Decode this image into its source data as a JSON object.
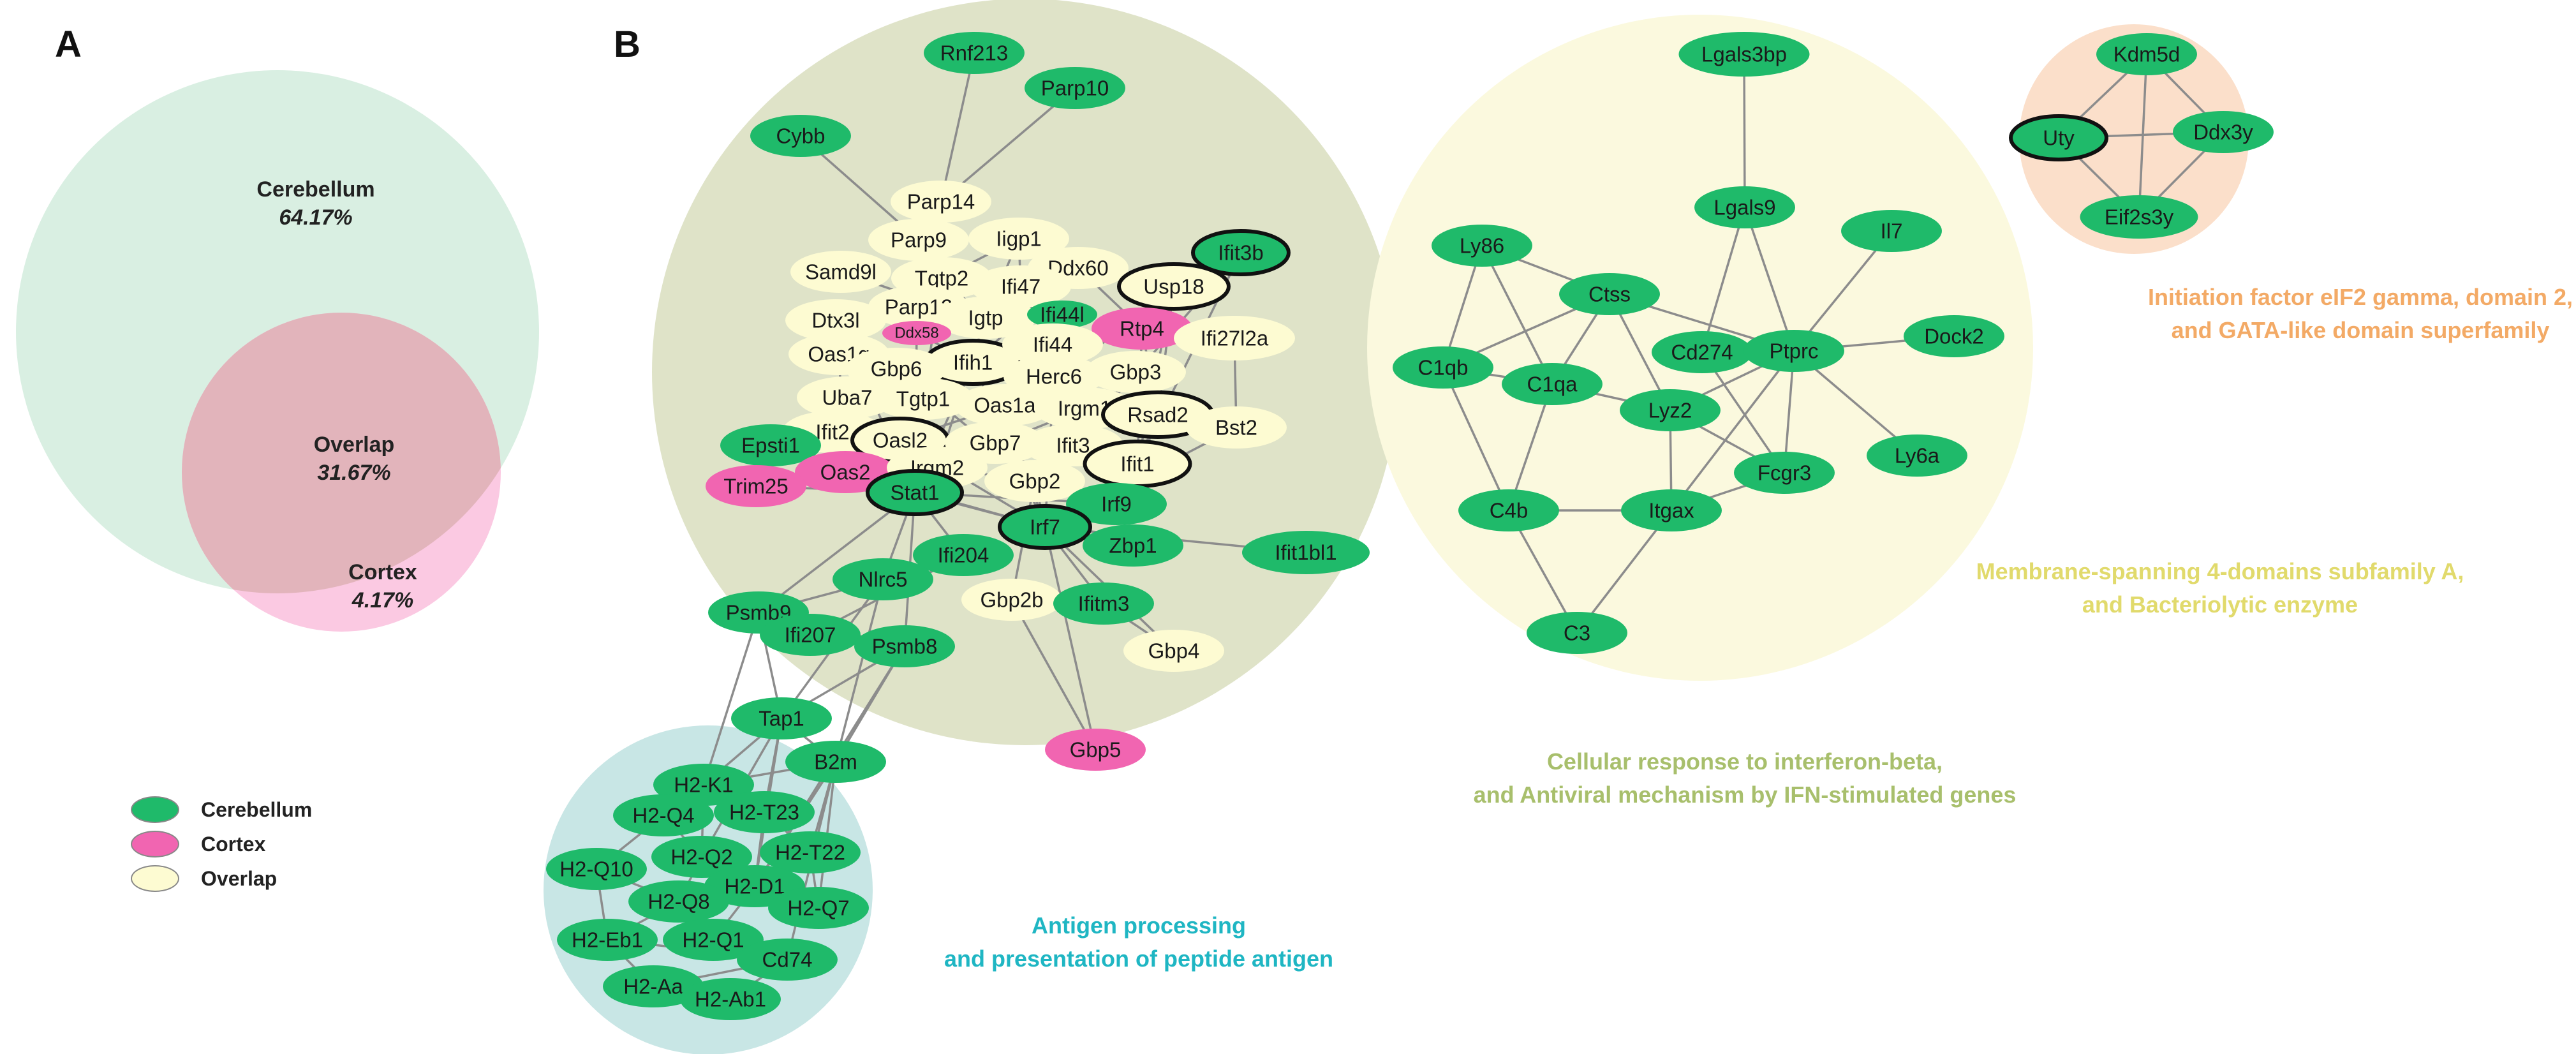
{
  "colors": {
    "cerebellum": "#1fba6a",
    "cortex": "#f165b1",
    "overlap": "#fdfbd2",
    "edge": "#8c8c8c",
    "cluster_ifn_bg": "#dfe3c8",
    "cluster_antigen_bg": "#c8e6e5",
    "cluster_membrane_bg": "#fbf9de",
    "cluster_eif2_bg": "#fbdfca",
    "caption_antigen": "#1fb6c3",
    "caption_ifn": "#a8bf6c",
    "caption_membrane": "#e1da6c",
    "caption_eif2": "#f3aa66",
    "venn_cerebellum": "#d9efe2",
    "venn_cortex": "#fbc9e2",
    "venn_overlap": "#e2b4bb"
  },
  "panel_a": {
    "letter": "A",
    "cerebellum": {
      "name": "Cerebellum",
      "pct": "64.17%"
    },
    "overlap": {
      "name": "Overlap",
      "pct": "31.67%"
    },
    "cortex": {
      "name": "Cortex",
      "pct": "4.17%"
    }
  },
  "legend": [
    {
      "label": "Cerebellum",
      "group": "cerebellum"
    },
    {
      "label": "Cortex",
      "group": "cortex"
    },
    {
      "label": "Overlap",
      "group": "overlap"
    }
  ],
  "panel_b": {
    "letter": "B",
    "captions": {
      "antigen": [
        "Antigen processing",
        "and presentation of peptide antigen"
      ],
      "ifn": [
        "Cellular response to interferon-beta,",
        "and Antiviral mechanism by IFN-stimulated genes"
      ],
      "membrane": [
        "Membrane-spanning 4-domains subfamily A,",
        "and Bacteriolytic enzyme"
      ],
      "eif2": [
        "Initiation factor eIF2 gamma, domain 2,",
        "and GATA-like domain superfamily"
      ]
    },
    "nodes": [
      {
        "id": "Rnf213",
        "group": "cerebellum"
      },
      {
        "id": "Parp10",
        "group": "cerebellum"
      },
      {
        "id": "Cybb",
        "group": "cerebellum"
      },
      {
        "id": "Parp14",
        "group": "overlap"
      },
      {
        "id": "Parp9",
        "group": "overlap"
      },
      {
        "id": "Iigp1",
        "group": "overlap"
      },
      {
        "id": "Ifit3b",
        "group": "cerebellum",
        "bold": true
      },
      {
        "id": "Samd9l",
        "group": "overlap"
      },
      {
        "id": "Tgtp2",
        "group": "overlap"
      },
      {
        "id": "Ddx60",
        "group": "overlap"
      },
      {
        "id": "Usp18",
        "group": "overlap",
        "bold": true
      },
      {
        "id": "Ifi47",
        "group": "overlap"
      },
      {
        "id": "Dtx3l",
        "group": "overlap"
      },
      {
        "id": "Parp12",
        "group": "overlap"
      },
      {
        "id": "Igtp",
        "group": "overlap"
      },
      {
        "id": "Ifi44l",
        "group": "cerebellum"
      },
      {
        "id": "Rtp4",
        "group": "cortex"
      },
      {
        "id": "Ddx58",
        "group": "cortex"
      },
      {
        "id": "Ifi27l2a",
        "group": "overlap"
      },
      {
        "id": "Oas1g",
        "group": "overlap"
      },
      {
        "id": "Ifih1",
        "group": "overlap",
        "bold": true
      },
      {
        "id": "Ifi44",
        "group": "overlap"
      },
      {
        "id": "Gbp6",
        "group": "overlap"
      },
      {
        "id": "Herc6",
        "group": "overlap"
      },
      {
        "id": "Gbp3",
        "group": "overlap"
      },
      {
        "id": "Uba7",
        "group": "overlap"
      },
      {
        "id": "Tgtp1",
        "group": "overlap"
      },
      {
        "id": "Oas1a",
        "group": "overlap"
      },
      {
        "id": "Irgm1",
        "group": "overlap"
      },
      {
        "id": "Rsad2",
        "group": "overlap",
        "bold": true
      },
      {
        "id": "Bst2",
        "group": "overlap"
      },
      {
        "id": "Ifit2",
        "group": "overlap"
      },
      {
        "id": "Oasl2",
        "group": "overlap",
        "bold": true
      },
      {
        "id": "Gbp7",
        "group": "overlap"
      },
      {
        "id": "Ifit3",
        "group": "overlap"
      },
      {
        "id": "Ifit1",
        "group": "overlap",
        "bold": true
      },
      {
        "id": "Epsti1",
        "group": "cerebellum"
      },
      {
        "id": "Oas2",
        "group": "cortex"
      },
      {
        "id": "Irgm2",
        "group": "overlap"
      },
      {
        "id": "Gbp2",
        "group": "overlap"
      },
      {
        "id": "Trim25",
        "group": "cortex"
      },
      {
        "id": "Stat1",
        "group": "cerebellum",
        "bold": true
      },
      {
        "id": "Irf9",
        "group": "cerebellum"
      },
      {
        "id": "Irf7",
        "group": "cerebellum",
        "bold": true
      },
      {
        "id": "Zbp1",
        "group": "cerebellum"
      },
      {
        "id": "Ifit1bl1",
        "group": "cerebellum"
      },
      {
        "id": "Ifi204",
        "group": "cerebellum"
      },
      {
        "id": "Nlrc5",
        "group": "cerebellum"
      },
      {
        "id": "Psmb9",
        "group": "cerebellum"
      },
      {
        "id": "Ifi207",
        "group": "cerebellum"
      },
      {
        "id": "Psmb8",
        "group": "cerebellum"
      },
      {
        "id": "Gbp2b",
        "group": "overlap"
      },
      {
        "id": "Ifitm3",
        "group": "cerebellum"
      },
      {
        "id": "Gbp4",
        "group": "overlap"
      },
      {
        "id": "Gbp5",
        "group": "cortex"
      },
      {
        "id": "Tap1",
        "group": "cerebellum"
      },
      {
        "id": "B2m",
        "group": "cerebellum"
      },
      {
        "id": "H2-K1",
        "group": "cerebellum"
      },
      {
        "id": "H2-Q4",
        "group": "cerebellum"
      },
      {
        "id": "H2-T23",
        "group": "cerebellum"
      },
      {
        "id": "H2-Q2",
        "group": "cerebellum"
      },
      {
        "id": "H2-T22",
        "group": "cerebellum"
      },
      {
        "id": "H2-Q10",
        "group": "cerebellum"
      },
      {
        "id": "H2-D1",
        "group": "cerebellum"
      },
      {
        "id": "H2-Q8",
        "group": "cerebellum"
      },
      {
        "id": "H2-Q7",
        "group": "cerebellum"
      },
      {
        "id": "H2-Eb1",
        "group": "cerebellum"
      },
      {
        "id": "H2-Q1",
        "group": "cerebellum"
      },
      {
        "id": "Cd74",
        "group": "cerebellum"
      },
      {
        "id": "H2-Aa",
        "group": "cerebellum"
      },
      {
        "id": "H2-Ab1",
        "group": "cerebellum"
      },
      {
        "id": "Lgals3bp",
        "group": "cerebellum"
      },
      {
        "id": "Lgals9",
        "group": "cerebellum"
      },
      {
        "id": "Ly86",
        "group": "cerebellum"
      },
      {
        "id": "Il7",
        "group": "cerebellum"
      },
      {
        "id": "Ctss",
        "group": "cerebellum"
      },
      {
        "id": "Cd274",
        "group": "cerebellum"
      },
      {
        "id": "Ptprc",
        "group": "cerebellum"
      },
      {
        "id": "Dock2",
        "group": "cerebellum"
      },
      {
        "id": "C1qb",
        "group": "cerebellum"
      },
      {
        "id": "C1qa",
        "group": "cerebellum"
      },
      {
        "id": "Lyz2",
        "group": "cerebellum"
      },
      {
        "id": "Ly6a",
        "group": "cerebellum"
      },
      {
        "id": "Fcgr3",
        "group": "cerebellum"
      },
      {
        "id": "C4b",
        "group": "cerebellum"
      },
      {
        "id": "Itgax",
        "group": "cerebellum"
      },
      {
        "id": "C3",
        "group": "cerebellum"
      },
      {
        "id": "Kdm5d",
        "group": "cerebellum"
      },
      {
        "id": "Uty",
        "group": "cerebellum",
        "bold": true
      },
      {
        "id": "Ddx3y",
        "group": "cerebellum"
      },
      {
        "id": "Eif2s3y",
        "group": "cerebellum"
      }
    ],
    "edges": [
      [
        "Rnf213",
        "Parp14"
      ],
      [
        "Parp10",
        "Parp14"
      ],
      [
        "Cybb",
        "Parp9"
      ],
      [
        "Parp14",
        "Parp9"
      ],
      [
        "Parp14",
        "Parp12"
      ],
      [
        "Parp9",
        "Parp12"
      ],
      [
        "Parp9",
        "Iigp1"
      ],
      [
        "Iigp1",
        "Igtp"
      ],
      [
        "Iigp1",
        "Tgtp2"
      ],
      [
        "Iigp1",
        "Ifi47"
      ],
      [
        "Ifit3b",
        "Ifit1"
      ],
      [
        "Ifit3b",
        "Ifit3"
      ],
      [
        "Ifit3b",
        "Usp18"
      ],
      [
        "Usp18",
        "Rsad2"
      ],
      [
        "Usp18",
        "Ifit1"
      ],
      [
        "Usp18",
        "Stat1"
      ],
      [
        "Ddx60",
        "Ifih1"
      ],
      [
        "Ddx60",
        "Rtp4"
      ],
      [
        "Samd9l",
        "Ifi44"
      ],
      [
        "Tgtp2",
        "Igtp"
      ],
      [
        "Tgtp2",
        "Tgtp1"
      ],
      [
        "Ifi47",
        "Igtp"
      ],
      [
        "Ifi47",
        "Irgm1"
      ],
      [
        "Dtx3l",
        "Parp12"
      ],
      [
        "Dtx3l",
        "Stat1"
      ],
      [
        "Parp12",
        "Parp9"
      ],
      [
        "Igtp",
        "Irgm1"
      ],
      [
        "Igtp",
        "Irgm2"
      ],
      [
        "Ifi44l",
        "Ifi44"
      ],
      [
        "Rtp4",
        "Ifit1"
      ],
      [
        "Rtp4",
        "Rsad2"
      ],
      [
        "Ddx58",
        "Ifih1"
      ],
      [
        "Ddx58",
        "Stat1"
      ],
      [
        "Ifi27l2a",
        "Bst2"
      ],
      [
        "Oas1g",
        "Oas1a"
      ],
      [
        "Oas1g",
        "Oas2"
      ],
      [
        "Ifih1",
        "Stat1"
      ],
      [
        "Ifih1",
        "Irf7"
      ],
      [
        "Ifi44",
        "Ifit3"
      ],
      [
        "Gbp6",
        "Gbp2"
      ],
      [
        "Herc6",
        "Irf7"
      ],
      [
        "Gbp3",
        "Gbp2"
      ],
      [
        "Uba7",
        "Stat1"
      ],
      [
        "Tgtp1",
        "Irgm1"
      ],
      [
        "Oas1a",
        "Oasl2"
      ],
      [
        "Oas1a",
        "Irf7"
      ],
      [
        "Irgm1",
        "Irgm2"
      ],
      [
        "Rsad2",
        "Ifit1"
      ],
      [
        "Rsad2",
        "Bst2"
      ],
      [
        "Bst2",
        "Irf7"
      ],
      [
        "Ifit2",
        "Ifit3"
      ],
      [
        "Ifit2",
        "Stat1"
      ],
      [
        "Oasl2",
        "Irf7"
      ],
      [
        "Gbp7",
        "Gbp2"
      ],
      [
        "Ifit3",
        "Ifit1"
      ],
      [
        "Ifit1",
        "Irf7"
      ],
      [
        "Epsti1",
        "Stat1"
      ],
      [
        "Oas2",
        "Irf7"
      ],
      [
        "Irgm2",
        "Gbp2"
      ],
      [
        "Gbp2",
        "Gbp5"
      ],
      [
        "Trim25",
        "Stat1"
      ],
      [
        "Stat1",
        "Irf9"
      ],
      [
        "Stat1",
        "Irf7"
      ],
      [
        "Stat1",
        "Psmb8"
      ],
      [
        "Stat1",
        "Psmb9"
      ],
      [
        "Stat1",
        "Nlrc5"
      ],
      [
        "Irf9",
        "Irf7"
      ],
      [
        "Irf7",
        "Zbp1"
      ],
      [
        "Irf7",
        "Ifit1bl1"
      ],
      [
        "Irf7",
        "Ifitm3"
      ],
      [
        "Ifi204",
        "Stat1"
      ],
      [
        "Ifi204",
        "Ifi207"
      ],
      [
        "Nlrc5",
        "Psmb9"
      ],
      [
        "Nlrc5",
        "Tap1"
      ],
      [
        "Nlrc5",
        "B2m"
      ],
      [
        "Psmb9",
        "Psmb8"
      ],
      [
        "Psmb9",
        "Tap1"
      ],
      [
        "Ifi207",
        "Psmb8"
      ],
      [
        "Psmb8",
        "Tap1"
      ],
      [
        "Psmb8",
        "B2m"
      ],
      [
        "Gbp2b",
        "Gbp2"
      ],
      [
        "Ifitm3",
        "Gbp4"
      ],
      [
        "Gbp5",
        "Gbp2b"
      ],
      [
        "Irf7",
        "Gbp4"
      ],
      [
        "Tap1",
        "B2m"
      ],
      [
        "Tap1",
        "H2-K1"
      ],
      [
        "Tap1",
        "H2-T23"
      ],
      [
        "Tap1",
        "H2-D1"
      ],
      [
        "B2m",
        "H2-K1"
      ],
      [
        "B2m",
        "H2-T22"
      ],
      [
        "B2m",
        "H2-D1"
      ],
      [
        "B2m",
        "H2-Q7"
      ],
      [
        "H2-K1",
        "H2-Q4"
      ],
      [
        "H2-K1",
        "H2-T23"
      ],
      [
        "H2-K1",
        "H2-Q2"
      ],
      [
        "H2-Q4",
        "H2-Q2"
      ],
      [
        "H2-Q4",
        "H2-Q10"
      ],
      [
        "H2-T23",
        "H2-T22"
      ],
      [
        "H2-T23",
        "H2-D1"
      ],
      [
        "H2-Q2",
        "H2-Q8"
      ],
      [
        "H2-Q2",
        "H2-D1"
      ],
      [
        "H2-T22",
        "H2-Q7"
      ],
      [
        "H2-Q10",
        "H2-Q8"
      ],
      [
        "H2-Q10",
        "H2-Eb1"
      ],
      [
        "H2-D1",
        "H2-Q7"
      ],
      [
        "H2-D1",
        "H2-Q1"
      ],
      [
        "H2-Q8",
        "H2-Q1"
      ],
      [
        "H2-Q8",
        "H2-Eb1"
      ],
      [
        "H2-Eb1",
        "H2-Aa"
      ],
      [
        "H2-Q1",
        "Cd74"
      ],
      [
        "H2-Aa",
        "H2-Ab1"
      ],
      [
        "H2-Aa",
        "Cd74"
      ],
      [
        "H2-Ab1",
        "Cd74"
      ],
      [
        "H2-Eb1",
        "Cd74"
      ],
      [
        "Psmb9",
        "H2-K1"
      ],
      [
        "Psmb8",
        "H2-D1"
      ],
      [
        "Tap1",
        "H2-Q2"
      ],
      [
        "B2m",
        "Cd74"
      ],
      [
        "Lgals3bp",
        "Lgals9"
      ],
      [
        "Lgals9",
        "Cd274"
      ],
      [
        "Lgals9",
        "Ptprc"
      ],
      [
        "Ly86",
        "Ctss"
      ],
      [
        "Ly86",
        "C1qb"
      ],
      [
        "Ly86",
        "C1qa"
      ],
      [
        "Il7",
        "Ptprc"
      ],
      [
        "Ctss",
        "C1qb"
      ],
      [
        "Ctss",
        "C1qa"
      ],
      [
        "Ctss",
        "Ptprc"
      ],
      [
        "Ctss",
        "Lyz2"
      ],
      [
        "Cd274",
        "Ptprc"
      ],
      [
        "Cd274",
        "Fcgr3"
      ],
      [
        "Ptprc",
        "Dock2"
      ],
      [
        "Ptprc",
        "Lyz2"
      ],
      [
        "Ptprc",
        "Ly6a"
      ],
      [
        "Ptprc",
        "Fcgr3"
      ],
      [
        "Ptprc",
        "Itgax"
      ],
      [
        "C1qb",
        "C1qa"
      ],
      [
        "C1qb",
        "C4b"
      ],
      [
        "C1qa",
        "C4b"
      ],
      [
        "C1qa",
        "Lyz2"
      ],
      [
        "Lyz2",
        "Fcgr3"
      ],
      [
        "Lyz2",
        "Itgax"
      ],
      [
        "Fcgr3",
        "Itgax"
      ],
      [
        "C4b",
        "Itgax"
      ],
      [
        "C4b",
        "C3"
      ],
      [
        "Itgax",
        "C3"
      ],
      [
        "Kdm5d",
        "Uty"
      ],
      [
        "Kdm5d",
        "Ddx3y"
      ],
      [
        "Kdm5d",
        "Eif2s3y"
      ],
      [
        "Uty",
        "Ddx3y"
      ],
      [
        "Uty",
        "Eif2s3y"
      ],
      [
        "Ddx3y",
        "Eif2s3y"
      ]
    ]
  }
}
